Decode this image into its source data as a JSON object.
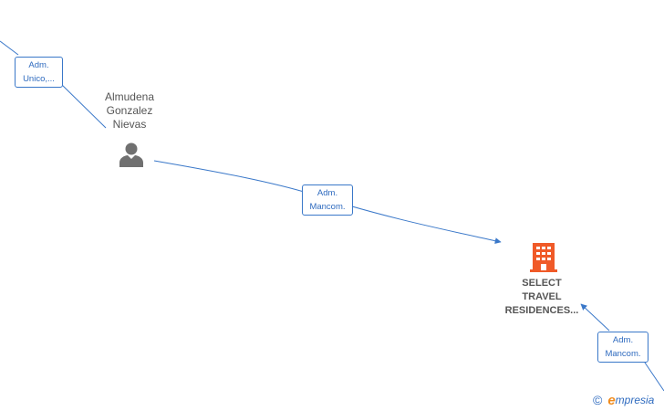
{
  "nodes": {
    "person": {
      "name_lines": [
        "Almudena",
        "Gonzalez",
        "Nievas"
      ],
      "icon": "person-icon",
      "color": "#707070"
    },
    "company": {
      "name_lines": [
        "SELECT",
        "TRAVEL",
        "RESIDENCES..."
      ],
      "icon": "building-icon",
      "color": "#f05a28"
    }
  },
  "edges": [
    {
      "id": "edge-1",
      "label_lines": [
        "Adm.",
        "Unico,..."
      ]
    },
    {
      "id": "edge-2",
      "label_lines": [
        "Adm.",
        "Mancom."
      ]
    },
    {
      "id": "edge-3",
      "label_lines": [
        "Adm.",
        "Mancom."
      ]
    }
  ],
  "colors": {
    "edge": "#3a78c9",
    "label_text": "#2f6bbf",
    "node_text": "#555555"
  },
  "brand": {
    "copyright": "©",
    "initial": "e",
    "rest": "mpresia"
  }
}
